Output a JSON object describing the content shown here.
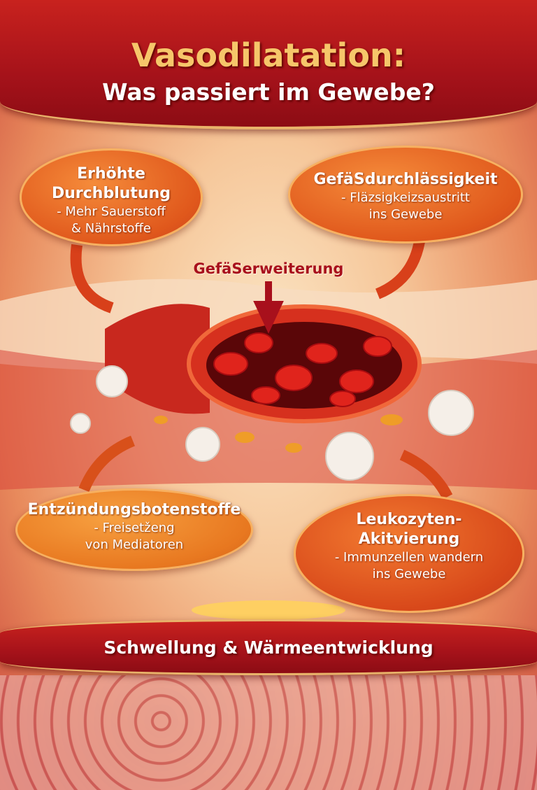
{
  "header": {
    "title": "Vasodilatation:",
    "subtitle": "Was passiert im Gewebe?"
  },
  "center_label": "GefäSerweiterung",
  "bubbles": [
    {
      "title": "Erhöhte Durchblutung",
      "lines": [
        "- Mehr Sauerstoff",
        "& Nährstoffe"
      ]
    },
    {
      "title": "GefäSdurchlässigkeit",
      "lines": [
        "- Fläzsigkeizsaustritt",
        "ins Gewebe"
      ]
    },
    {
      "title": "Entzündungsbotenstoffe",
      "lines": [
        "- Freisetženg",
        "von Mediatoren"
      ]
    },
    {
      "title": "Leukozyten-",
      "title2": "Akitvierung",
      "lines": [
        "- Immunzellen wandern",
        "ins Gewebe"
      ]
    }
  ],
  "footer": "Schwellung & Wärmeentwicklung",
  "colors": {
    "banner": "#b3161c",
    "bubble": "#e0581c",
    "title_gold": "#f6c66a",
    "label_red": "#a8101c"
  }
}
